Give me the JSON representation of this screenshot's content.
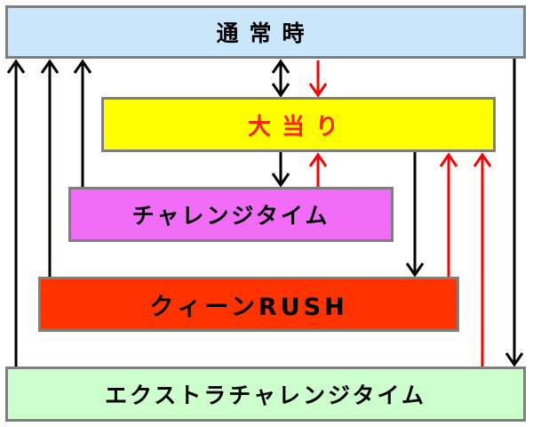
{
  "states": {
    "normal": {
      "label": "通常時",
      "color": "#c9e6fb"
    },
    "big_bonus": {
      "label": "大当り",
      "color": "#ffff00",
      "text_color": "#ff2200"
    },
    "challenge_time": {
      "label": "チャレンジタイム",
      "color": "#f26df7"
    },
    "queen_rush": {
      "label": "クィーンRUSH",
      "color": "#ff3300"
    },
    "extra_challenge_time": {
      "label": "エクストラチャレンジタイム",
      "color": "#ccffcc"
    }
  },
  "arrow_colors": {
    "black": "#000000",
    "red": "#ff0000"
  },
  "transitions": [
    {
      "from": "extra_challenge_time",
      "to": "normal",
      "color": "black"
    },
    {
      "from": "queen_rush",
      "to": "normal",
      "color": "black"
    },
    {
      "from": "challenge_time",
      "to": "normal",
      "color": "black"
    },
    {
      "from": "big_bonus",
      "to": "normal",
      "color": "black"
    },
    {
      "from": "normal",
      "to": "big_bonus",
      "color": "black"
    },
    {
      "from": "normal",
      "to": "big_bonus",
      "color": "red"
    },
    {
      "from": "big_bonus",
      "to": "challenge_time",
      "color": "black"
    },
    {
      "from": "challenge_time",
      "to": "big_bonus",
      "color": "red"
    },
    {
      "from": "big_bonus",
      "to": "queen_rush",
      "color": "black"
    },
    {
      "from": "queen_rush",
      "to": "big_bonus",
      "color": "red"
    },
    {
      "from": "extra_challenge_time",
      "to": "big_bonus",
      "color": "red"
    },
    {
      "from": "normal",
      "to": "extra_challenge_time",
      "color": "black"
    }
  ]
}
